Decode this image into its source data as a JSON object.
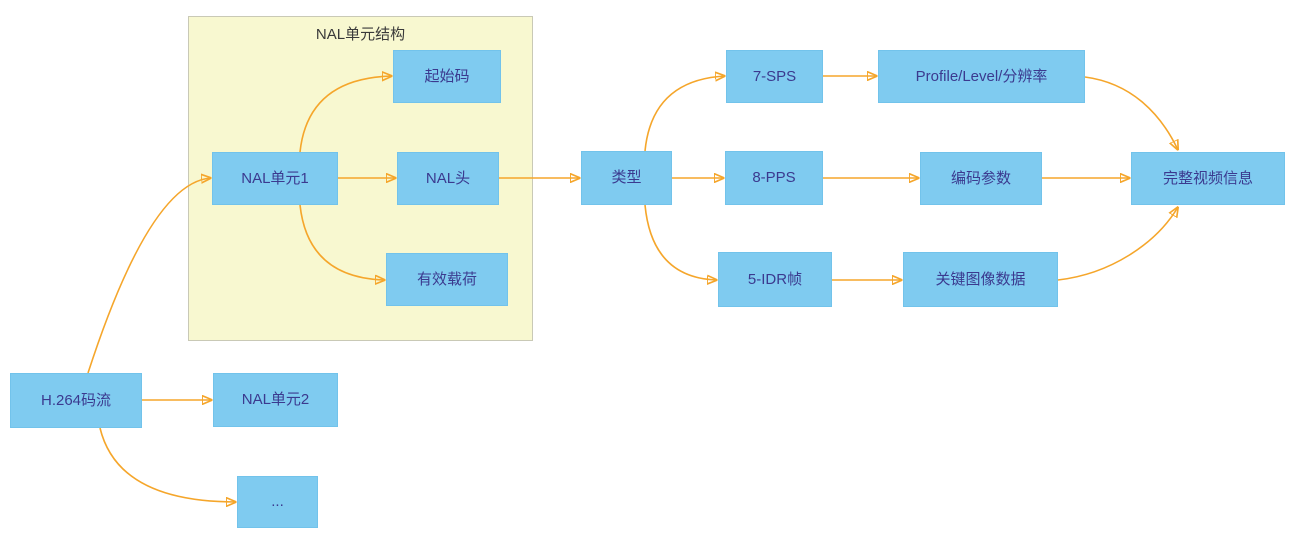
{
  "diagram": {
    "group": {
      "title": "NAL单元结构"
    },
    "nodes": {
      "h264": {
        "label": "H.264码流"
      },
      "nal1": {
        "label": "NAL单元1"
      },
      "nal2": {
        "label": "NAL单元2"
      },
      "more": {
        "label": "..."
      },
      "start_code": {
        "label": "起始码"
      },
      "nal_header": {
        "label": "NAL头"
      },
      "payload": {
        "label": "有效载荷"
      },
      "type": {
        "label": "类型"
      },
      "sps": {
        "label": "7-SPS"
      },
      "pps": {
        "label": "8-PPS"
      },
      "idr": {
        "label": "5-IDR帧"
      },
      "profile": {
        "label": "Profile/Level/分辨率"
      },
      "enc_params": {
        "label": "编码参数"
      },
      "key_image": {
        "label": "关键图像数据"
      },
      "full_video": {
        "label": "完整视频信息"
      }
    },
    "edges": [
      {
        "from": "h264",
        "to": "nal1"
      },
      {
        "from": "h264",
        "to": "nal2"
      },
      {
        "from": "h264",
        "to": "more"
      },
      {
        "from": "nal1",
        "to": "start_code"
      },
      {
        "from": "nal1",
        "to": "nal_header"
      },
      {
        "from": "nal1",
        "to": "payload"
      },
      {
        "from": "nal_header",
        "to": "type"
      },
      {
        "from": "type",
        "to": "sps"
      },
      {
        "from": "type",
        "to": "pps"
      },
      {
        "from": "type",
        "to": "idr"
      },
      {
        "from": "sps",
        "to": "profile"
      },
      {
        "from": "pps",
        "to": "enc_params"
      },
      {
        "from": "idr",
        "to": "key_image"
      },
      {
        "from": "profile",
        "to": "full_video"
      },
      {
        "from": "enc_params",
        "to": "full_video"
      },
      {
        "from": "key_image",
        "to": "full_video"
      }
    ],
    "colors": {
      "background": "#FFFFFF",
      "node_fill": "#7FCBF0",
      "node_border": "#72C3EB",
      "node_text": "#3B3A8F",
      "arrow": "#F5A62B",
      "group_fill": "#F8F8D0",
      "group_border": "#C9C9B6",
      "group_title_text": "#3A3A3A"
    }
  }
}
